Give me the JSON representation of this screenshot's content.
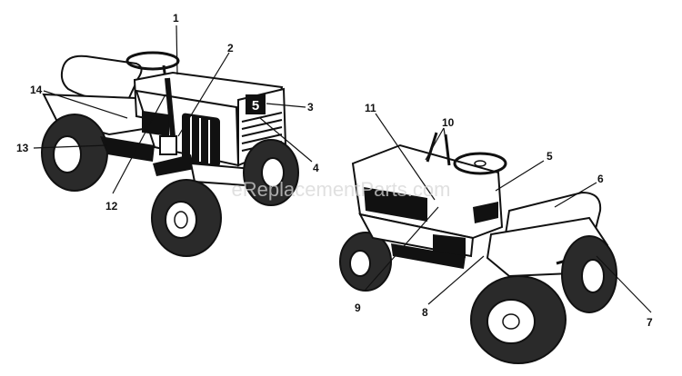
{
  "watermark": "eReplacementParts.com",
  "hood_badge": "5",
  "callouts": [
    {
      "id": "1",
      "label": "1"
    },
    {
      "id": "2",
      "label": "2"
    },
    {
      "id": "3",
      "label": "3"
    },
    {
      "id": "4",
      "label": "4"
    },
    {
      "id": "5",
      "label": "5"
    },
    {
      "id": "6",
      "label": "6"
    },
    {
      "id": "7",
      "label": "7"
    },
    {
      "id": "8",
      "label": "8"
    },
    {
      "id": "9",
      "label": "9"
    },
    {
      "id": "10",
      "label": "10"
    },
    {
      "id": "11",
      "label": "11"
    },
    {
      "id": "12",
      "label": "12"
    },
    {
      "id": "13",
      "label": "13"
    },
    {
      "id": "14",
      "label": "14"
    }
  ],
  "colors": {
    "ink": "#111111",
    "background": "#ffffff",
    "watermark": "#d6d6d6"
  }
}
